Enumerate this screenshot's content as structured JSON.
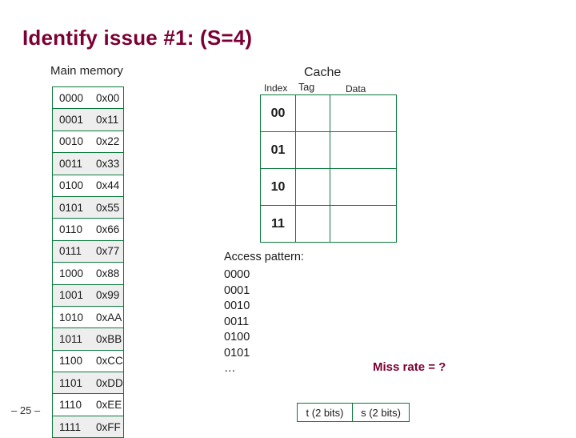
{
  "slide": {
    "title": "Identify issue #1: (S=4)",
    "slide_number": "– 25 –"
  },
  "main_memory": {
    "heading": "Main memory",
    "rows": [
      {
        "address": "0000",
        "value": "0x00"
      },
      {
        "address": "0001",
        "value": "0x11"
      },
      {
        "address": "0010",
        "value": "0x22"
      },
      {
        "address": "0011",
        "value": "0x33"
      },
      {
        "address": "0100",
        "value": "0x44"
      },
      {
        "address": "0101",
        "value": "0x55"
      },
      {
        "address": "0110",
        "value": "0x66"
      },
      {
        "address": "0111",
        "value": "0x77"
      },
      {
        "address": "1000",
        "value": "0x88"
      },
      {
        "address": "1001",
        "value": "0x99"
      },
      {
        "address": "1010",
        "value": "0xAA"
      },
      {
        "address": "1011",
        "value": "0xBB"
      },
      {
        "address": "1100",
        "value": "0xCC"
      },
      {
        "address": "1101",
        "value": "0xDD"
      },
      {
        "address": "1110",
        "value": "0xEE"
      },
      {
        "address": "1111",
        "value": "0xFF"
      }
    ]
  },
  "cache": {
    "heading": "Cache",
    "columns": {
      "index": "Index",
      "tag": "Tag",
      "data": "Data"
    },
    "rows": [
      {
        "index": "00",
        "tag": "",
        "data": ""
      },
      {
        "index": "01",
        "tag": "",
        "data": ""
      },
      {
        "index": "10",
        "tag": "",
        "data": ""
      },
      {
        "index": "11",
        "tag": "",
        "data": ""
      }
    ]
  },
  "access_pattern": {
    "title": "Access pattern:",
    "items": [
      "0000",
      "0001",
      "0010",
      "0011",
      "0100",
      "0101",
      "…"
    ]
  },
  "miss_rate": "Miss rate = ?",
  "bits": {
    "tag_label": "t (2 bits)",
    "set_label": "s (2 bits)"
  },
  "colors": {
    "title": "#7b0033",
    "table_border": "#0a7a3c",
    "row_alt": "#eeeeee"
  }
}
